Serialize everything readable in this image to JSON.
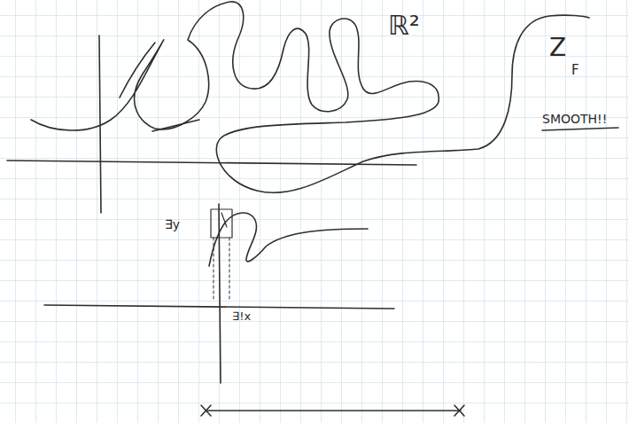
{
  "diagram": {
    "labels": [
      "ℝ²",
      "Z",
      "F",
      "SMOOTH!!",
      "∃y",
      "∃!x"
    ]
  }
}
